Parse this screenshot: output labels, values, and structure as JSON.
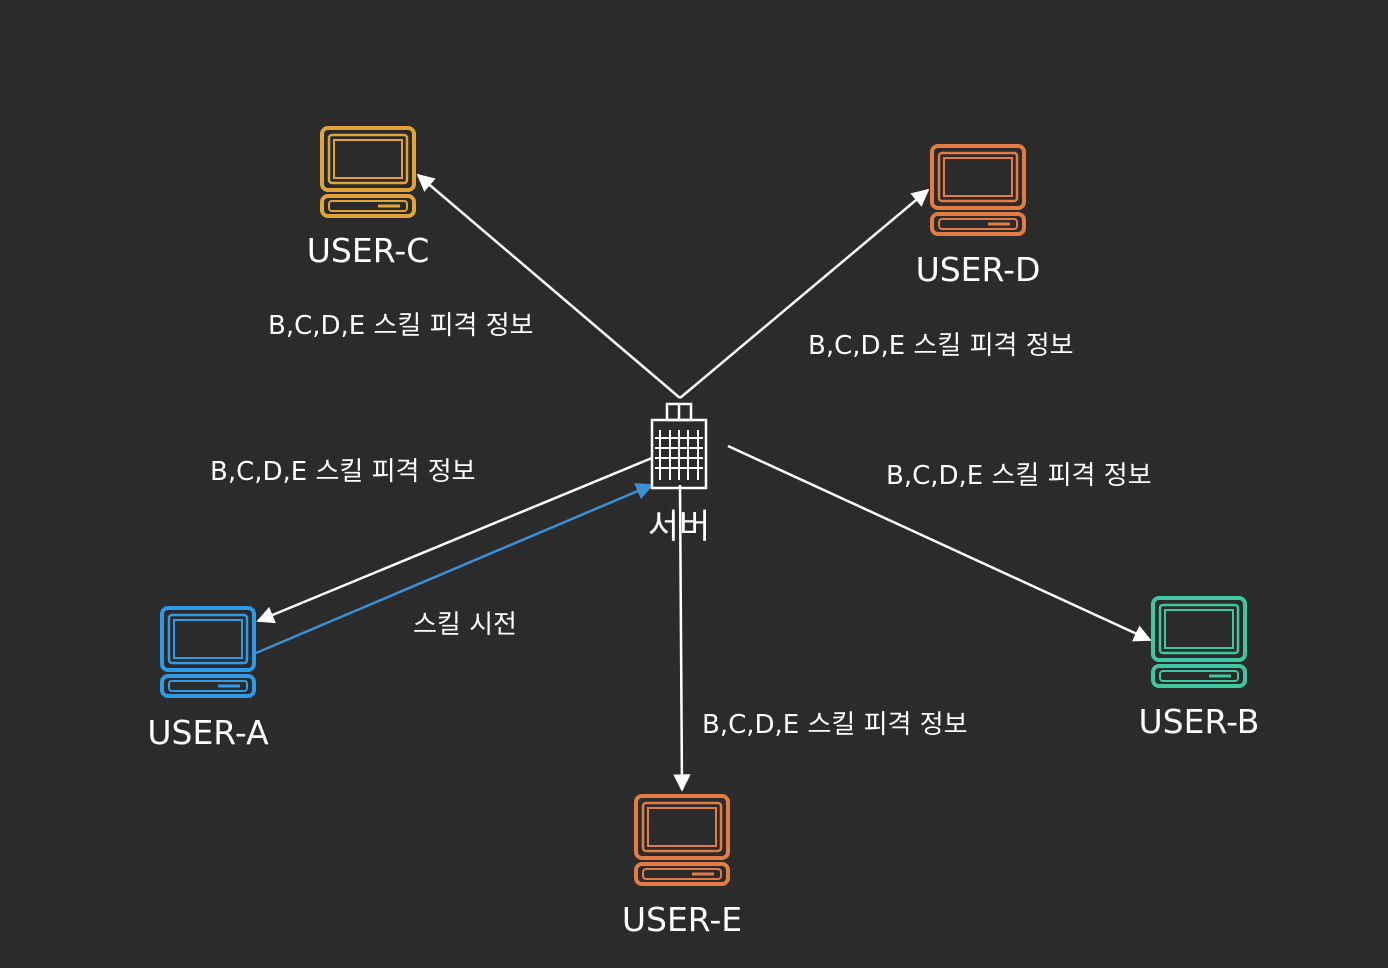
{
  "colors": {
    "background": "#2b2b2b",
    "edge_default": "#ffffff",
    "edge_request": "#3b8fd6",
    "text": "#ffffff"
  },
  "server": {
    "label": "서버",
    "icon": "office-building-icon",
    "color": "#ffffff"
  },
  "users": {
    "a": {
      "label": "USER-A",
      "color": "#2f9be8",
      "icon": "computer-icon"
    },
    "b": {
      "label": "USER-B",
      "color": "#3fc7a4",
      "icon": "computer-icon"
    },
    "c": {
      "label": "USER-C",
      "color": "#e2a43a",
      "icon": "computer-icon"
    },
    "d": {
      "label": "USER-D",
      "color": "#e37b45",
      "icon": "computer-icon"
    },
    "e": {
      "label": "USER-E",
      "color": "#e37b45",
      "icon": "computer-icon"
    }
  },
  "edges": {
    "a_to_server": {
      "label": "스킬 시전"
    },
    "server_to_a": {
      "label": "B,C,D,E 스킬 피격 정보"
    },
    "server_to_b": {
      "label": "B,C,D,E 스킬 피격 정보"
    },
    "server_to_c": {
      "label": "B,C,D,E 스킬 피격 정보"
    },
    "server_to_d": {
      "label": "B,C,D,E 스킬 피격 정보"
    },
    "server_to_e": {
      "label": "B,C,D,E 스킬 피격 정보"
    }
  }
}
